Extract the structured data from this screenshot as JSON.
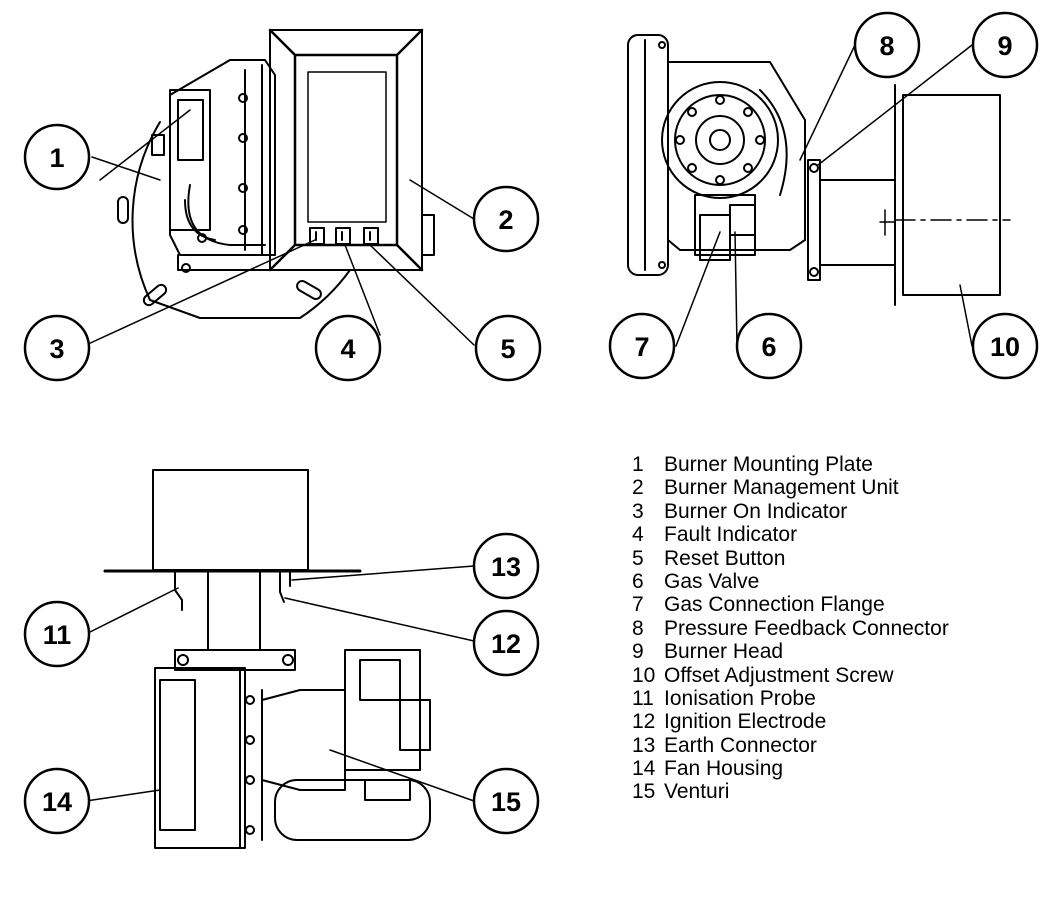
{
  "callouts": [
    "1",
    "2",
    "3",
    "4",
    "5",
    "6",
    "7",
    "8",
    "9",
    "10",
    "11",
    "12",
    "13",
    "14",
    "15"
  ],
  "legend": [
    {
      "num": "1",
      "label": "Burner Mounting Plate"
    },
    {
      "num": "2",
      "label": "Burner Management Unit"
    },
    {
      "num": "3",
      "label": "Burner On Indicator"
    },
    {
      "num": "4",
      "label": "Fault Indicator"
    },
    {
      "num": "5",
      "label": "Reset Button"
    },
    {
      "num": "6",
      "label": "Gas Valve"
    },
    {
      "num": "7",
      "label": "Gas Connection Flange"
    },
    {
      "num": "8",
      "label": "Pressure Feedback Connector"
    },
    {
      "num": "9",
      "label": "Burner Head"
    },
    {
      "num": "10",
      "label": "Offset Adjustment Screw"
    },
    {
      "num": "11",
      "label": "Ionisation Probe"
    },
    {
      "num": "12",
      "label": "Ignition Electrode"
    },
    {
      "num": "13",
      "label": "Earth Connector"
    },
    {
      "num": "14",
      "label": "Fan Housing"
    },
    {
      "num": "15",
      "label": "Venturi"
    }
  ]
}
